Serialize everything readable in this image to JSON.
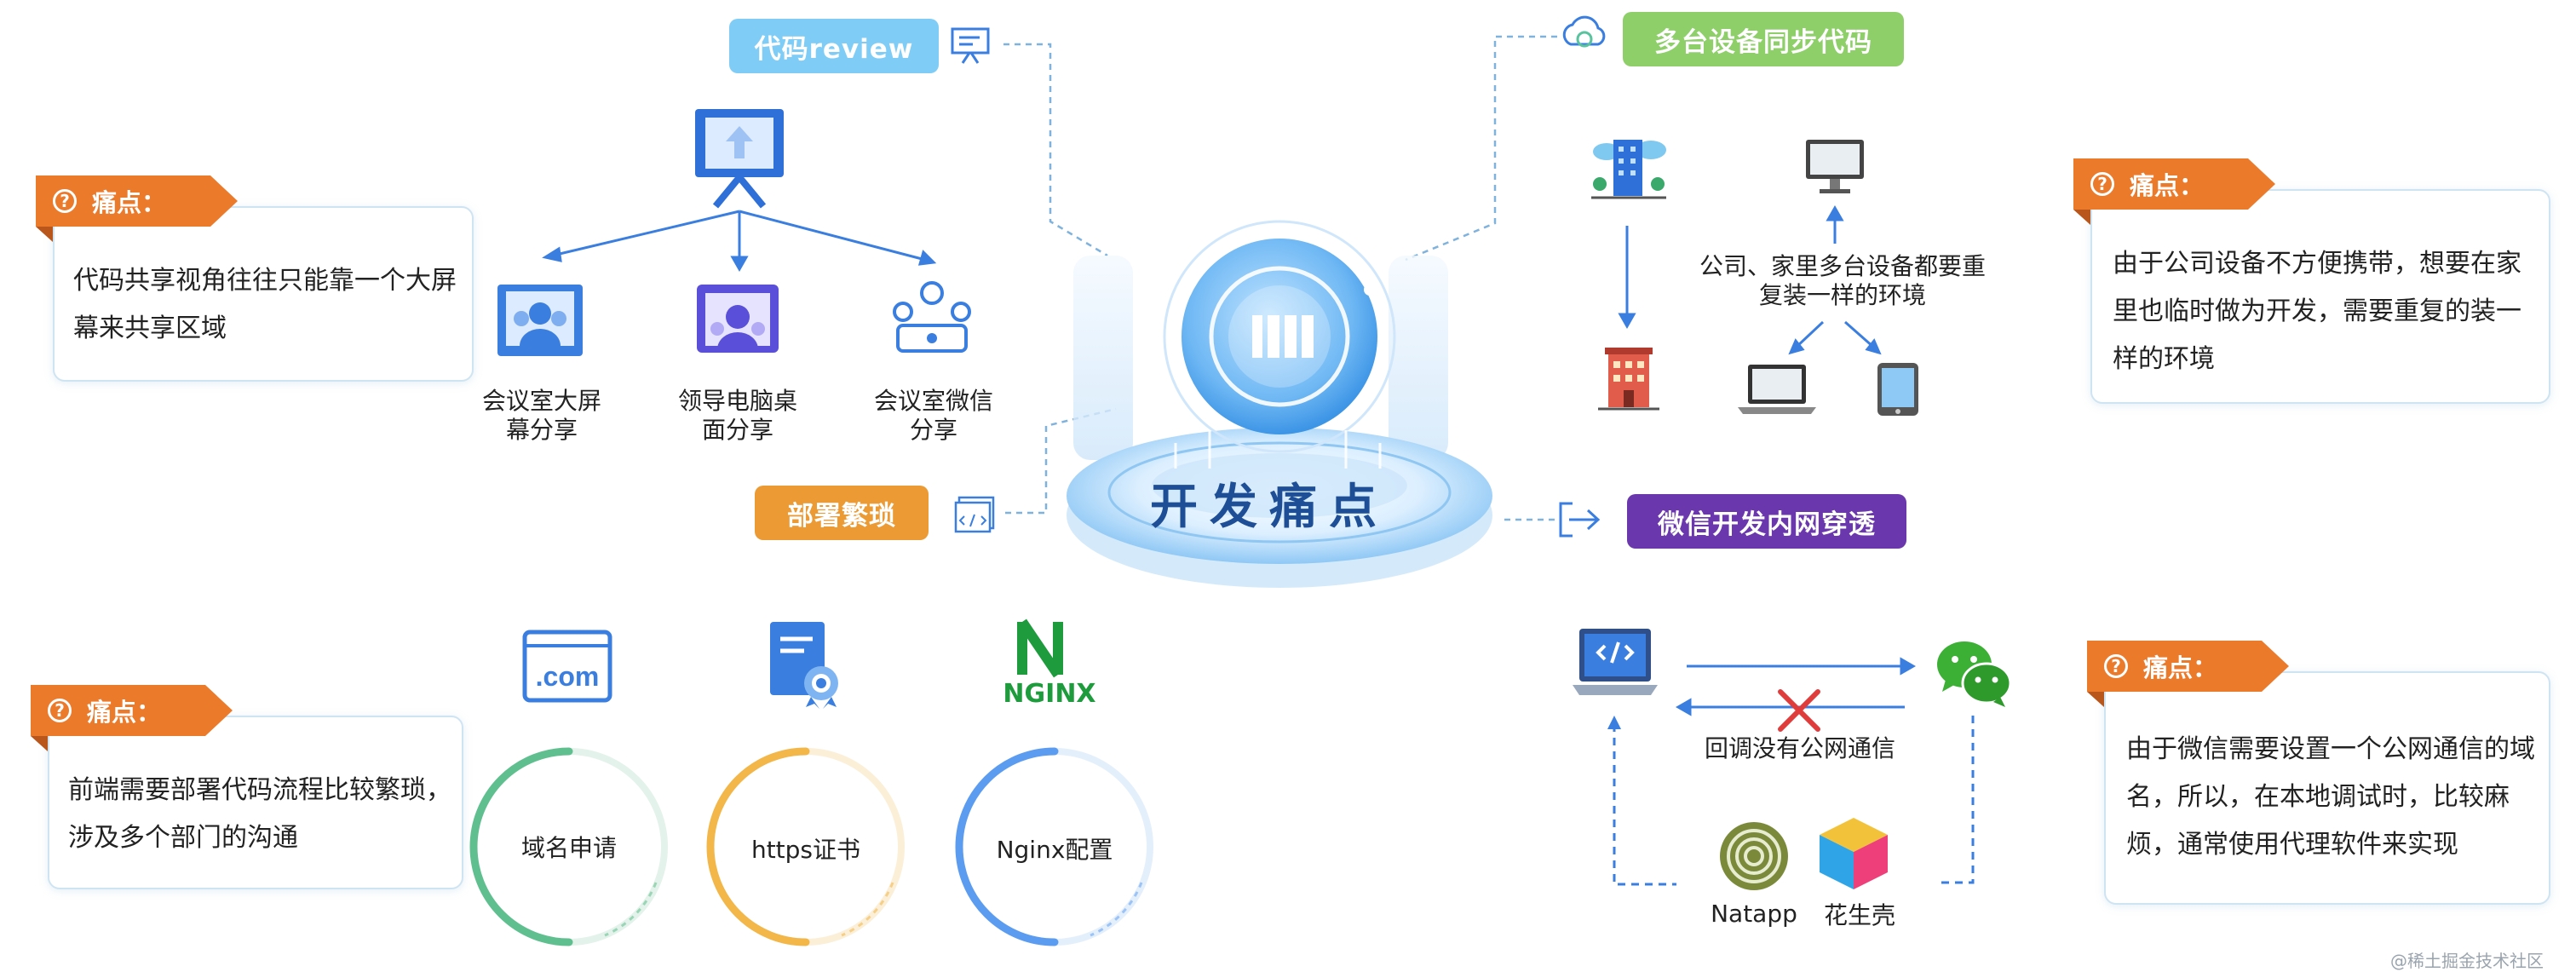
{
  "center": {
    "title": "开发痛点"
  },
  "topics": {
    "code_review": "代码review",
    "multi_device": "多台设备同步代码",
    "deploy": "部署繁琐",
    "wechat": "微信开发内网穿透"
  },
  "pain_tag": "痛点：",
  "pains": {
    "code_review": "代码共享视角往往只能靠一个大屏幕来共享区域",
    "multi_device": "由于公司设备不方便携带，想要在家里也临时做为开发，需要重复的装一样的环境",
    "deploy": "前端需要部署代码流程比较繁琐，涉及多个部门的沟通",
    "wechat": "由于微信需要设置一个公网通信的域名，所以，在本地调试时，比较麻烦，通常使用代理软件来实现"
  },
  "review_items": [
    "会议室大屏幕分享",
    "领导电脑桌面分享",
    "会议室微信分享"
  ],
  "device_note": "公司、家里多台设备都要重复装一样的环境",
  "deploy_items": [
    "域名申请",
    "https证书",
    "Nginx配置"
  ],
  "com_text": ".com",
  "nginx_text": "NGINX",
  "wechat_note": "回调没有公网通信",
  "proxies": [
    "Natapp",
    "花生壳"
  ],
  "watermark": "@稀土掘金技术社区",
  "colors": {
    "orange": "#ec7a2b",
    "blue_pill": "#7fcdf6",
    "green_pill": "#8ecf6a",
    "orange_pill": "#ec9a34",
    "purple_pill": "#6a37ad",
    "icon_blue": "#3a7ee0",
    "title": "#1e4f96"
  }
}
